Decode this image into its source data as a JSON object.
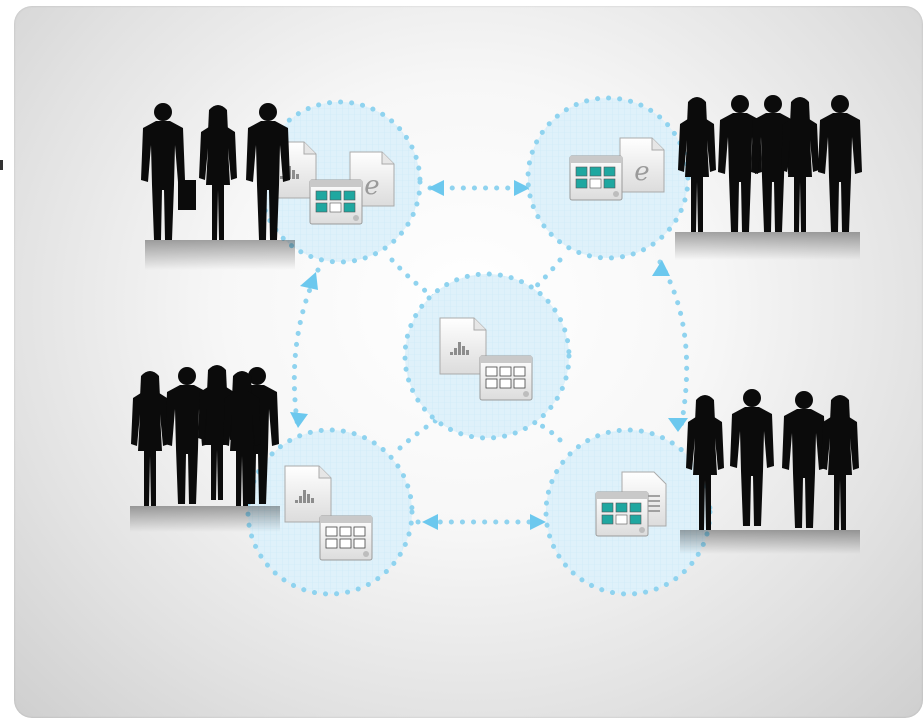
{
  "colors": {
    "dotted_ring": "#8fd3ef",
    "node_fill": "#dff1fa",
    "arrow": "#6cc8ee",
    "silhouette": "#0b0b0b",
    "panel_light": "#ffffff",
    "panel_dark": "#cfcfcf",
    "app_icon_cell": "#1fa7a0"
  },
  "diagram": {
    "nodes": [
      {
        "id": "top-left",
        "icons": [
          "document-chart-icon",
          "browser-icon",
          "app-grid-icon"
        ]
      },
      {
        "id": "top-right",
        "icons": [
          "app-grid-icon",
          "browser-icon"
        ]
      },
      {
        "id": "center",
        "icons": [
          "document-chart-icon",
          "app-grid-icon"
        ]
      },
      {
        "id": "bottom-left",
        "icons": [
          "document-chart-icon",
          "app-grid-icon"
        ]
      },
      {
        "id": "bottom-right",
        "icons": [
          "app-grid-icon",
          "document-list-icon"
        ]
      }
    ],
    "groups": [
      {
        "id": "top-left",
        "people": 3
      },
      {
        "id": "top-right",
        "people": 5
      },
      {
        "id": "bottom-left",
        "people": 5
      },
      {
        "id": "bottom-right",
        "people": 4
      }
    ],
    "edges": [
      {
        "from": "top-left",
        "to": "top-right",
        "arrows": "both"
      },
      {
        "from": "bottom-left",
        "to": "bottom-right",
        "arrows": "both"
      },
      {
        "from": "top-left",
        "to": "bottom-left",
        "arrows": "both"
      },
      {
        "from": "top-right",
        "to": "bottom-right",
        "arrows": "both"
      }
    ]
  }
}
